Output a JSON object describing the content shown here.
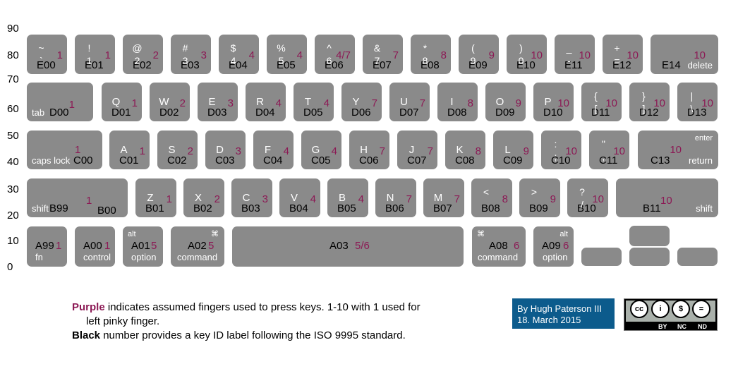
{
  "y_axis": [
    "90",
    "80",
    "70",
    "60",
    "50",
    "40",
    "30",
    "20",
    "10",
    "0"
  ],
  "keys": [
    {
      "id": "E00",
      "f": "1",
      "t": "~",
      "b": "`"
    },
    {
      "id": "E01",
      "f": "1",
      "t": "!",
      "b": "1"
    },
    {
      "id": "E02",
      "f": "2",
      "t": "@",
      "b": "2"
    },
    {
      "id": "E03",
      "f": "3",
      "t": "#",
      "b": "3"
    },
    {
      "id": "E04",
      "f": "4",
      "t": "$",
      "b": "4"
    },
    {
      "id": "E05",
      "f": "4",
      "t": "%",
      "b": "5"
    },
    {
      "id": "E06",
      "f": "4/7",
      "t": "^",
      "b": "6"
    },
    {
      "id": "E07",
      "f": "7",
      "t": "&",
      "b": "7"
    },
    {
      "id": "E08",
      "f": "8",
      "t": "*",
      "b": "8"
    },
    {
      "id": "E09",
      "f": "9",
      "t": "(",
      "b": "9"
    },
    {
      "id": "E10",
      "f": "10",
      "t": ")",
      "b": "0"
    },
    {
      "id": "E11",
      "f": "10",
      "t": "_",
      "b": "-"
    },
    {
      "id": "E12",
      "f": "10",
      "t": "+",
      "b": "="
    },
    {
      "id": "E14",
      "f": "10",
      "br": "delete"
    },
    {
      "id": "D00",
      "f": "1",
      "bl": "tab"
    },
    {
      "id": "D01",
      "f": "1",
      "t": "Q"
    },
    {
      "id": "D02",
      "f": "2",
      "t": "W"
    },
    {
      "id": "D03",
      "f": "3",
      "t": "E"
    },
    {
      "id": "D04",
      "f": "4",
      "t": "R"
    },
    {
      "id": "D05",
      "f": "4",
      "t": "T"
    },
    {
      "id": "D06",
      "f": "7",
      "t": "Y"
    },
    {
      "id": "D07",
      "f": "7",
      "t": "U"
    },
    {
      "id": "D08",
      "f": "8",
      "t": "I"
    },
    {
      "id": "D09",
      "f": "9",
      "t": "O"
    },
    {
      "id": "D10",
      "f": "10",
      "t": "P"
    },
    {
      "id": "D11",
      "f": "10",
      "t": "{",
      "b": "["
    },
    {
      "id": "D12",
      "f": "10",
      "t": "}",
      "b": "]"
    },
    {
      "id": "D13",
      "f": "10",
      "t": "|",
      "b": "\\"
    },
    {
      "id": "C00",
      "f": "1",
      "bl": "caps lock"
    },
    {
      "id": "C01",
      "f": "1",
      "t": "A"
    },
    {
      "id": "C02",
      "f": "2",
      "t": "S"
    },
    {
      "id": "C03",
      "f": "3",
      "t": "D"
    },
    {
      "id": "C04",
      "f": "4",
      "t": "F"
    },
    {
      "id": "C05",
      "f": "4",
      "t": "G"
    },
    {
      "id": "C06",
      "f": "7",
      "t": "H"
    },
    {
      "id": "C07",
      "f": "7",
      "t": "J"
    },
    {
      "id": "C08",
      "f": "8",
      "t": "K"
    },
    {
      "id": "C09",
      "f": "9",
      "t": "L"
    },
    {
      "id": "C10",
      "f": "10",
      "t": ":",
      "b": ";"
    },
    {
      "id": "C11",
      "f": "10",
      "t": "\"",
      "b": ","
    },
    {
      "id": "C13",
      "f": "10",
      "tr": "enter",
      "br": "return"
    },
    {
      "id": "B99",
      "f": "1",
      "bl": "shift"
    },
    {
      "id": "B00",
      "f": ""
    },
    {
      "id": "B01",
      "f": "1",
      "t": "Z"
    },
    {
      "id": "B02",
      "f": "2",
      "t": "X"
    },
    {
      "id": "B03",
      "f": "3",
      "t": "C"
    },
    {
      "id": "B04",
      "f": "4",
      "t": "V"
    },
    {
      "id": "B05",
      "f": "4",
      "t": "B"
    },
    {
      "id": "B06",
      "f": "7",
      "t": "N"
    },
    {
      "id": "B07",
      "f": "7",
      "t": "M"
    },
    {
      "id": "B08",
      "f": "8",
      "t": "<"
    },
    {
      "id": "B09",
      "f": "9",
      "t": ">"
    },
    {
      "id": "B10",
      "f": "10",
      "t": "?",
      "b": "/"
    },
    {
      "id": "B11",
      "f": "10",
      "br": "shift"
    },
    {
      "id": "A99",
      "f": "1",
      "bl": "fn"
    },
    {
      "id": "A00",
      "f": "1",
      "bl": "control"
    },
    {
      "id": "A01",
      "f": "5",
      "tl": "alt",
      "bl": "option"
    },
    {
      "id": "A02",
      "f": "5",
      "tr": "⌘",
      "bl": "command"
    },
    {
      "id": "A03",
      "f": "5/6"
    },
    {
      "id": "A08",
      "f": "6",
      "tl": "⌘",
      "bl": "command"
    },
    {
      "id": "A09",
      "f": "6",
      "tr": "alt",
      "bl": "option"
    }
  ],
  "legend": {
    "purple_word": "Purple",
    "purple_text": " indicates assumed fingers used to press keys. 1-10 with 1 used for",
    "purple_text2": "left pinky finger.",
    "black_word": "Black",
    "black_text": " number provides a key ID label following the ISO 9995 standard."
  },
  "author": {
    "line1": "By Hugh Paterson III",
    "line2": "18. March 2015"
  },
  "license": {
    "symbols": [
      "cc",
      "i",
      "$",
      "="
    ],
    "labels": [
      "BY",
      "NC",
      "ND"
    ]
  }
}
